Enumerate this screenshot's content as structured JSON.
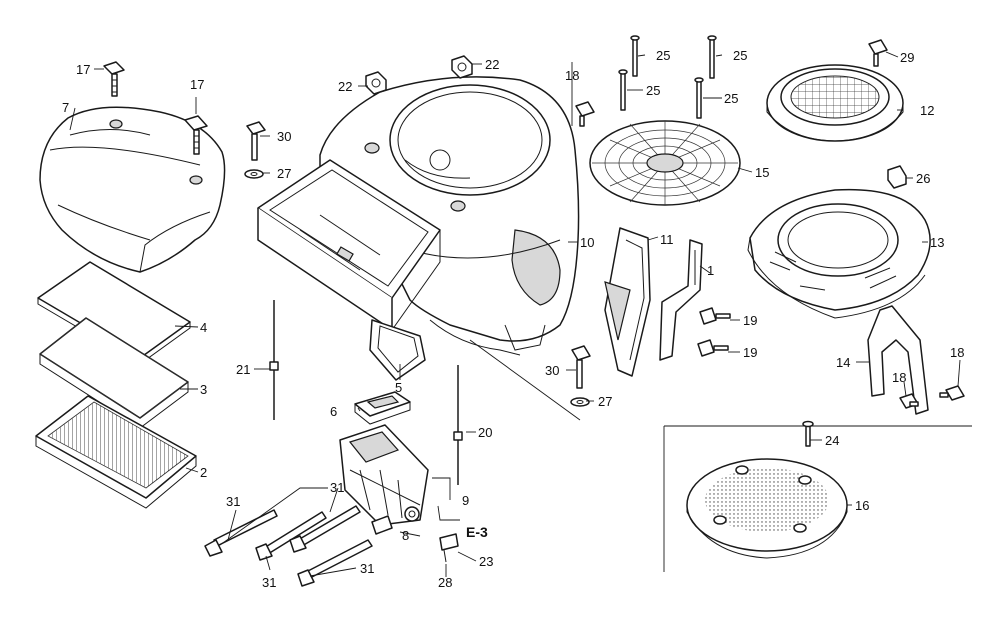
{
  "diagram": {
    "callouts": [
      "1",
      "2",
      "3",
      "4",
      "5",
      "6",
      "7",
      "8",
      "9",
      "10",
      "11",
      "12",
      "13",
      "14",
      "15",
      "16",
      "17",
      "18",
      "19",
      "20",
      "21",
      "22",
      "23",
      "24",
      "25",
      "26",
      "27",
      "28",
      "29",
      "30",
      "31"
    ],
    "reference": "E-3"
  }
}
